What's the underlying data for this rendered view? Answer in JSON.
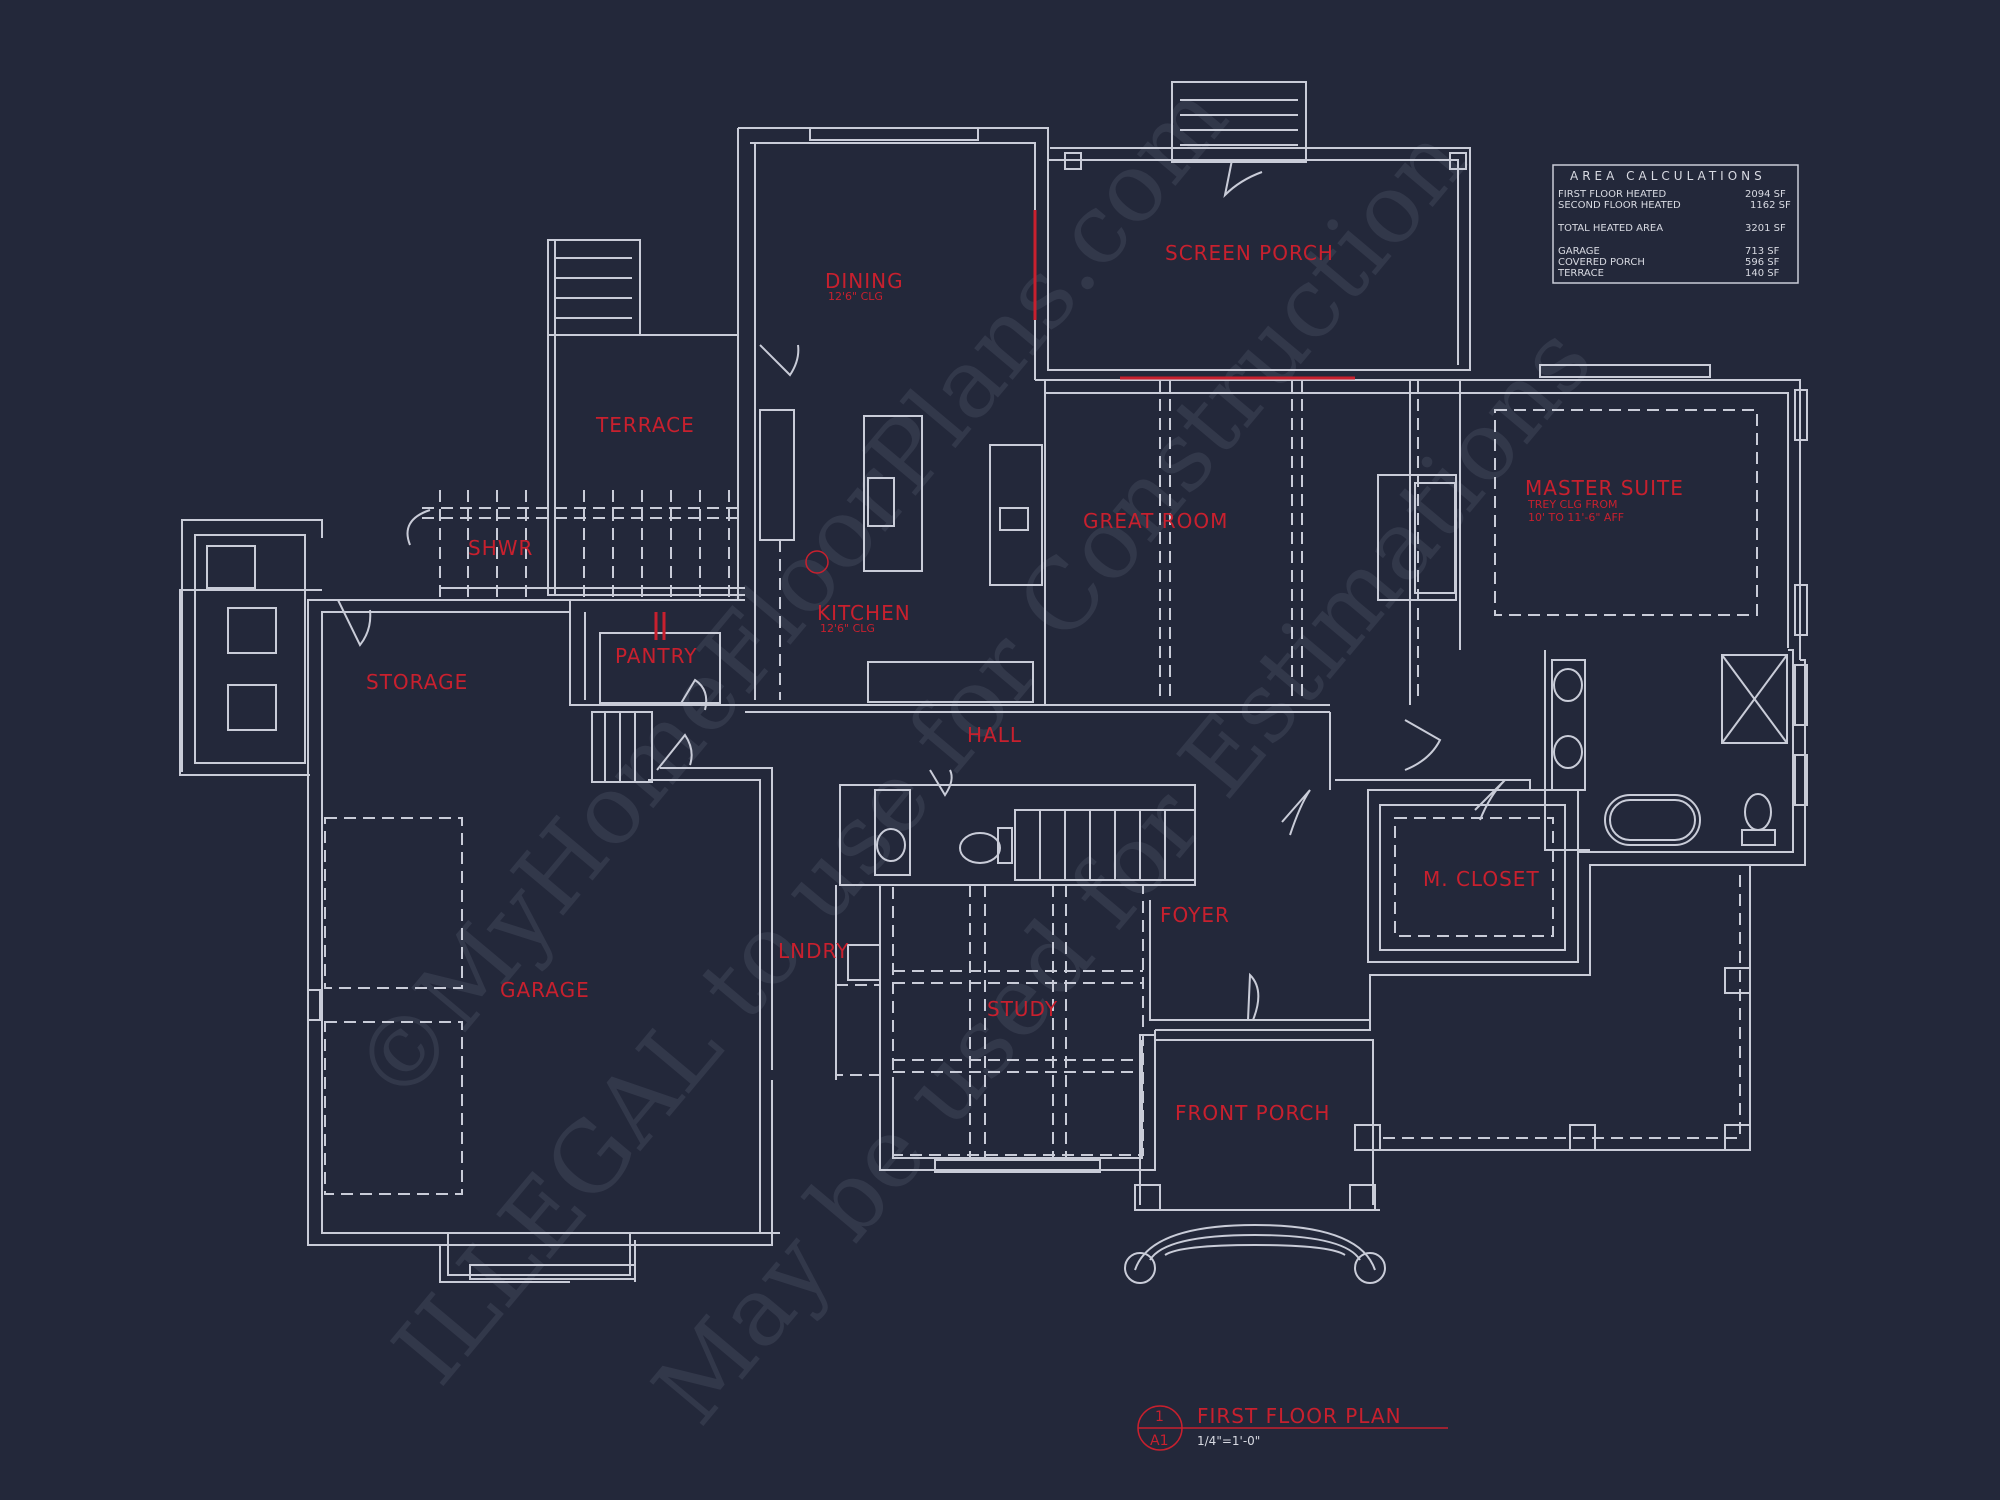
{
  "plan": {
    "title": "FIRST FLOOR PLAN",
    "scale": "1/4\"=1'-0\"",
    "detail_number": "1",
    "sheet": "A1"
  },
  "rooms": {
    "dining": "DINING",
    "dining_sub": "12'6\" CLG",
    "screen_porch": "SCREEN PORCH",
    "terrace": "TERRACE",
    "shwr": "SHWR",
    "kitchen": "KITCHEN",
    "kitchen_sub": "12'6\" CLG",
    "great_room": "GREAT ROOM",
    "master_suite": "MASTER SUITE",
    "master_sub1": "TREY CLG FROM",
    "master_sub2": "10' TO 11'-6\" AFF",
    "storage": "STORAGE",
    "pantry": "PANTRY",
    "hall": "HALL",
    "m_closet": "M. CLOSET",
    "foyer": "FOYER",
    "lndry": "LNDRY",
    "garage": "GARAGE",
    "study": "STUDY",
    "front_porch": "FRONT PORCH"
  },
  "area_table": {
    "title": "AREA CALCULATIONS",
    "rows": [
      {
        "label": "FIRST FLOOR HEATED",
        "value": "2094 SF"
      },
      {
        "label": "SECOND FLOOR HEATED",
        "value": "1162 SF"
      },
      {
        "label": "TOTAL HEATED AREA",
        "value": "3201 SF"
      },
      {
        "label": "GARAGE",
        "value": "713 SF"
      },
      {
        "label": "COVERED PORCH",
        "value": "596 SF"
      },
      {
        "label": "TERRACE",
        "value": "140 SF"
      }
    ]
  },
  "watermark": {
    "line1": "©MyHomeFloorPlans.com",
    "line2": "ILLEGAL to use for Construction",
    "line3": "May be used for Estimations"
  },
  "colors": {
    "background": "#23283a",
    "lines": "#c9ccd8",
    "labels": "#c8202e"
  }
}
